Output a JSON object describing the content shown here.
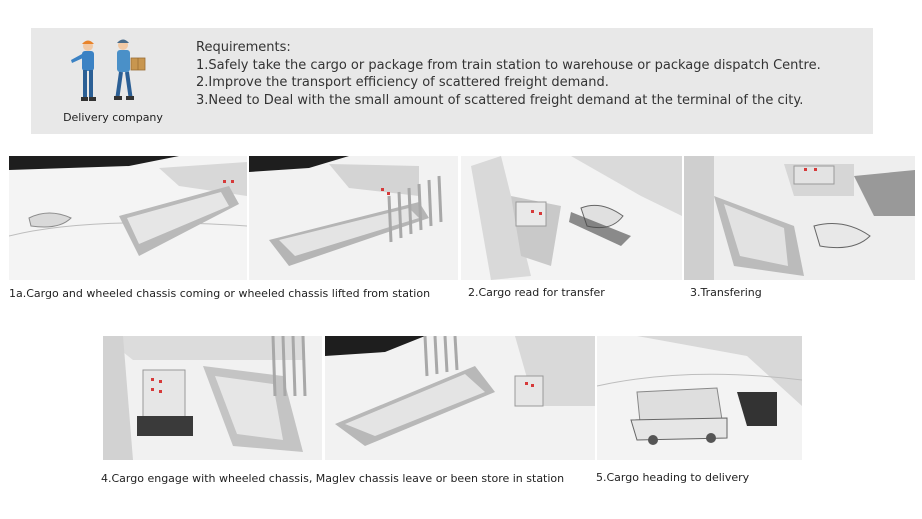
{
  "requirements": {
    "company_label": "Delivery company",
    "title": "Requirements:",
    "items": [
      "1.Safely take the cargo or package from train station to warehouse or package dispatch Centre.",
      "2.Improve the transport efficiency of scattered freight demand.",
      "3.Need to Deal with the small amount of scattered freight demand at the terminal of the city."
    ]
  },
  "steps": {
    "s1": "1a.Cargo and wheeled chassis coming or wheeled chassis lifted from station",
    "s2": "2.Cargo read for transfer",
    "s3": "3.Transfering",
    "s4": "4.Cargo engage with wheeled chassis, Maglev chassis leave or been store in station",
    "s5": "5.Cargo heading to delivery"
  },
  "colors": {
    "banner_bg": "#e8e8e8",
    "worker_shirt": "#3b82c4",
    "worker_hat": "#e8832a",
    "indicator_red": "#d63a3a"
  },
  "icons": [
    "delivery-worker-icon",
    "package-box-icon"
  ]
}
